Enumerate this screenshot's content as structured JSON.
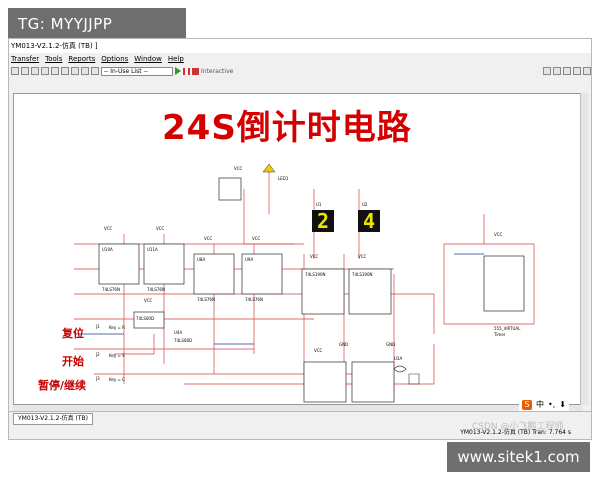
{
  "overlay_top": {
    "text": "TG: MYYJJPP"
  },
  "window": {
    "title": "YM013-V2.1.2-仿真 (TB) ]",
    "menu": [
      "Transfer",
      "Tools",
      "Reports",
      "Options",
      "Window",
      "Help"
    ],
    "toolbar": {
      "in_use_list": "-- In-Use List --",
      "mode": "Interactive"
    }
  },
  "schematic": {
    "title": "24S倒计时电路",
    "digits": [
      "2",
      "4"
    ],
    "labels": {
      "reset": "复位",
      "start": "开始",
      "pause": "暂停/继续"
    },
    "keys": [
      "Key = R",
      "Key = S",
      "Key = C"
    ],
    "supplies": [
      "VCC",
      "VCC",
      "VCC",
      "VCC",
      "VCC",
      "VCC",
      "VCC",
      "VCC",
      "VCC",
      "VCC"
    ],
    "parts": [
      "U10A",
      "U11A",
      "U8A",
      "U9A",
      "74LS76N",
      "74LS76N",
      "74LS76N",
      "74LS76N",
      "74LS08D",
      "74LS00D",
      "U3A",
      "U4A",
      "74LS190N",
      "74LS190N",
      "U1",
      "U2",
      "555_VIRTUAL",
      "Timer",
      "LED1",
      "J1",
      "J2",
      "J3",
      "GND",
      "GND"
    ],
    "color_red": "#d40000",
    "color_wire": "#cc2020",
    "color_seg": "#e8e800"
  },
  "tab": {
    "label": "YM013-V2.1.2-仿真 (TB)"
  },
  "status": {
    "text": "YM013-V2.1.2-仿真 (TB) Tran: 7.764 s"
  },
  "ime": {
    "s": "S",
    "items": [
      "中",
      "•,",
      "⬇"
    ]
  },
  "csdn": {
    "text": "CSDN @小飞鹏工程师"
  },
  "overlay_bottom": {
    "text": "www.sitek1.com"
  }
}
